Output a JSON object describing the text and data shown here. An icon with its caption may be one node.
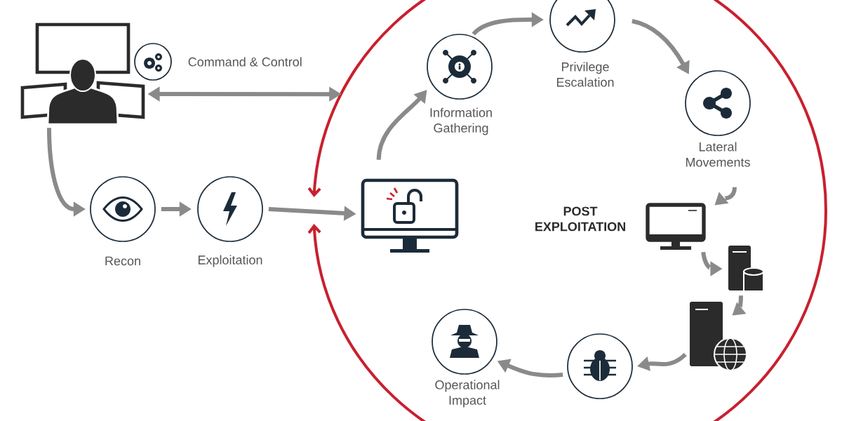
{
  "diagram": {
    "nodes": [
      {
        "text": [],
        "shape": "picture"
      },
      {
        "text": [
          "Command & Control"
        ]
      },
      {
        "text": [
          "Recon"
        ]
      },
      {
        "text": [
          "Exploitation"
        ]
      },
      {
        "text": [
          "POST EXPLOITATION"
        ]
      },
      {
        "text": [],
        "shape": "picture",
        "in": 4
      },
      {
        "text": [
          "Information Gathering"
        ],
        "in": 4
      },
      {
        "text": [
          "Privilege Escalation"
        ],
        "in": 4
      },
      {
        "text": [
          "Lateral Movements"
        ],
        "in": 4
      },
      {
        "text": [],
        "shape": "picture",
        "in": 4
      },
      {
        "text": [],
        "shape": "picture",
        "in": 4
      },
      {
        "text": [],
        "shape": "picture",
        "in": 4
      },
      {
        "text": [],
        "shape": "circle",
        "in": 4
      },
      {
        "text": [
          "Operational Impact"
        ],
        "in": 4
      }
    ],
    "edges": [
      {
        "from": 0,
        "to": 2,
        "arrow": "to"
      },
      {
        "from": 0,
        "to": 4,
        "arrow": "both"
      },
      {
        "from": 2,
        "to": 3,
        "arrow": "to"
      },
      {
        "from": 3,
        "to": 5,
        "arrow": "to"
      },
      {
        "from": 5,
        "to": 6,
        "arrow": "to"
      },
      {
        "from": 6,
        "to": 7,
        "arrow": "to"
      },
      {
        "from": 7,
        "to": 8,
        "arrow": "to"
      },
      {
        "from": 8,
        "to": 9,
        "arrow": "to"
      },
      {
        "from": 9,
        "to": 10,
        "arrow": "to"
      },
      {
        "from": 10,
        "to": 11,
        "arrow": "to"
      },
      {
        "from": 11,
        "to": 12,
        "arrow": "to"
      },
      {
        "from": 12,
        "to": 13,
        "arrow": "to"
      }
    ]
  }
}
